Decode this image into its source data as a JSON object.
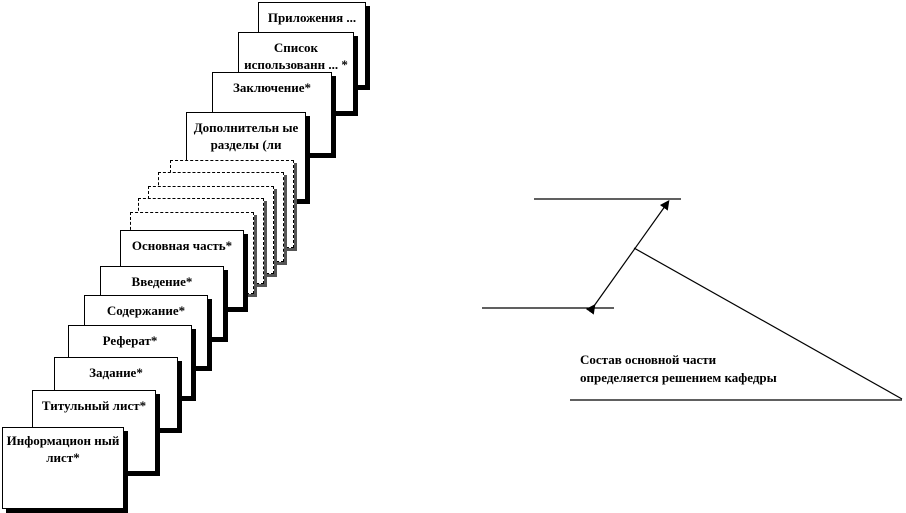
{
  "sheets": {
    "appendices": "Приложения ... ет",
    "references": "Список использованн ... *",
    "conclusion": "Заключение*",
    "additional_sections": "Дополнительн ые разделы (ли",
    "main_part": "Основная часть*",
    "introduction": "Введение*",
    "contents": "Содержание*",
    "abstract": "Реферат*",
    "assignment": "Задание*",
    "title_page": "Титульный лист*",
    "info_sheet": "Информацион ный лист*"
  },
  "note": {
    "line1": "Состав основной части",
    "line2": "определяется решением кафедры"
  }
}
